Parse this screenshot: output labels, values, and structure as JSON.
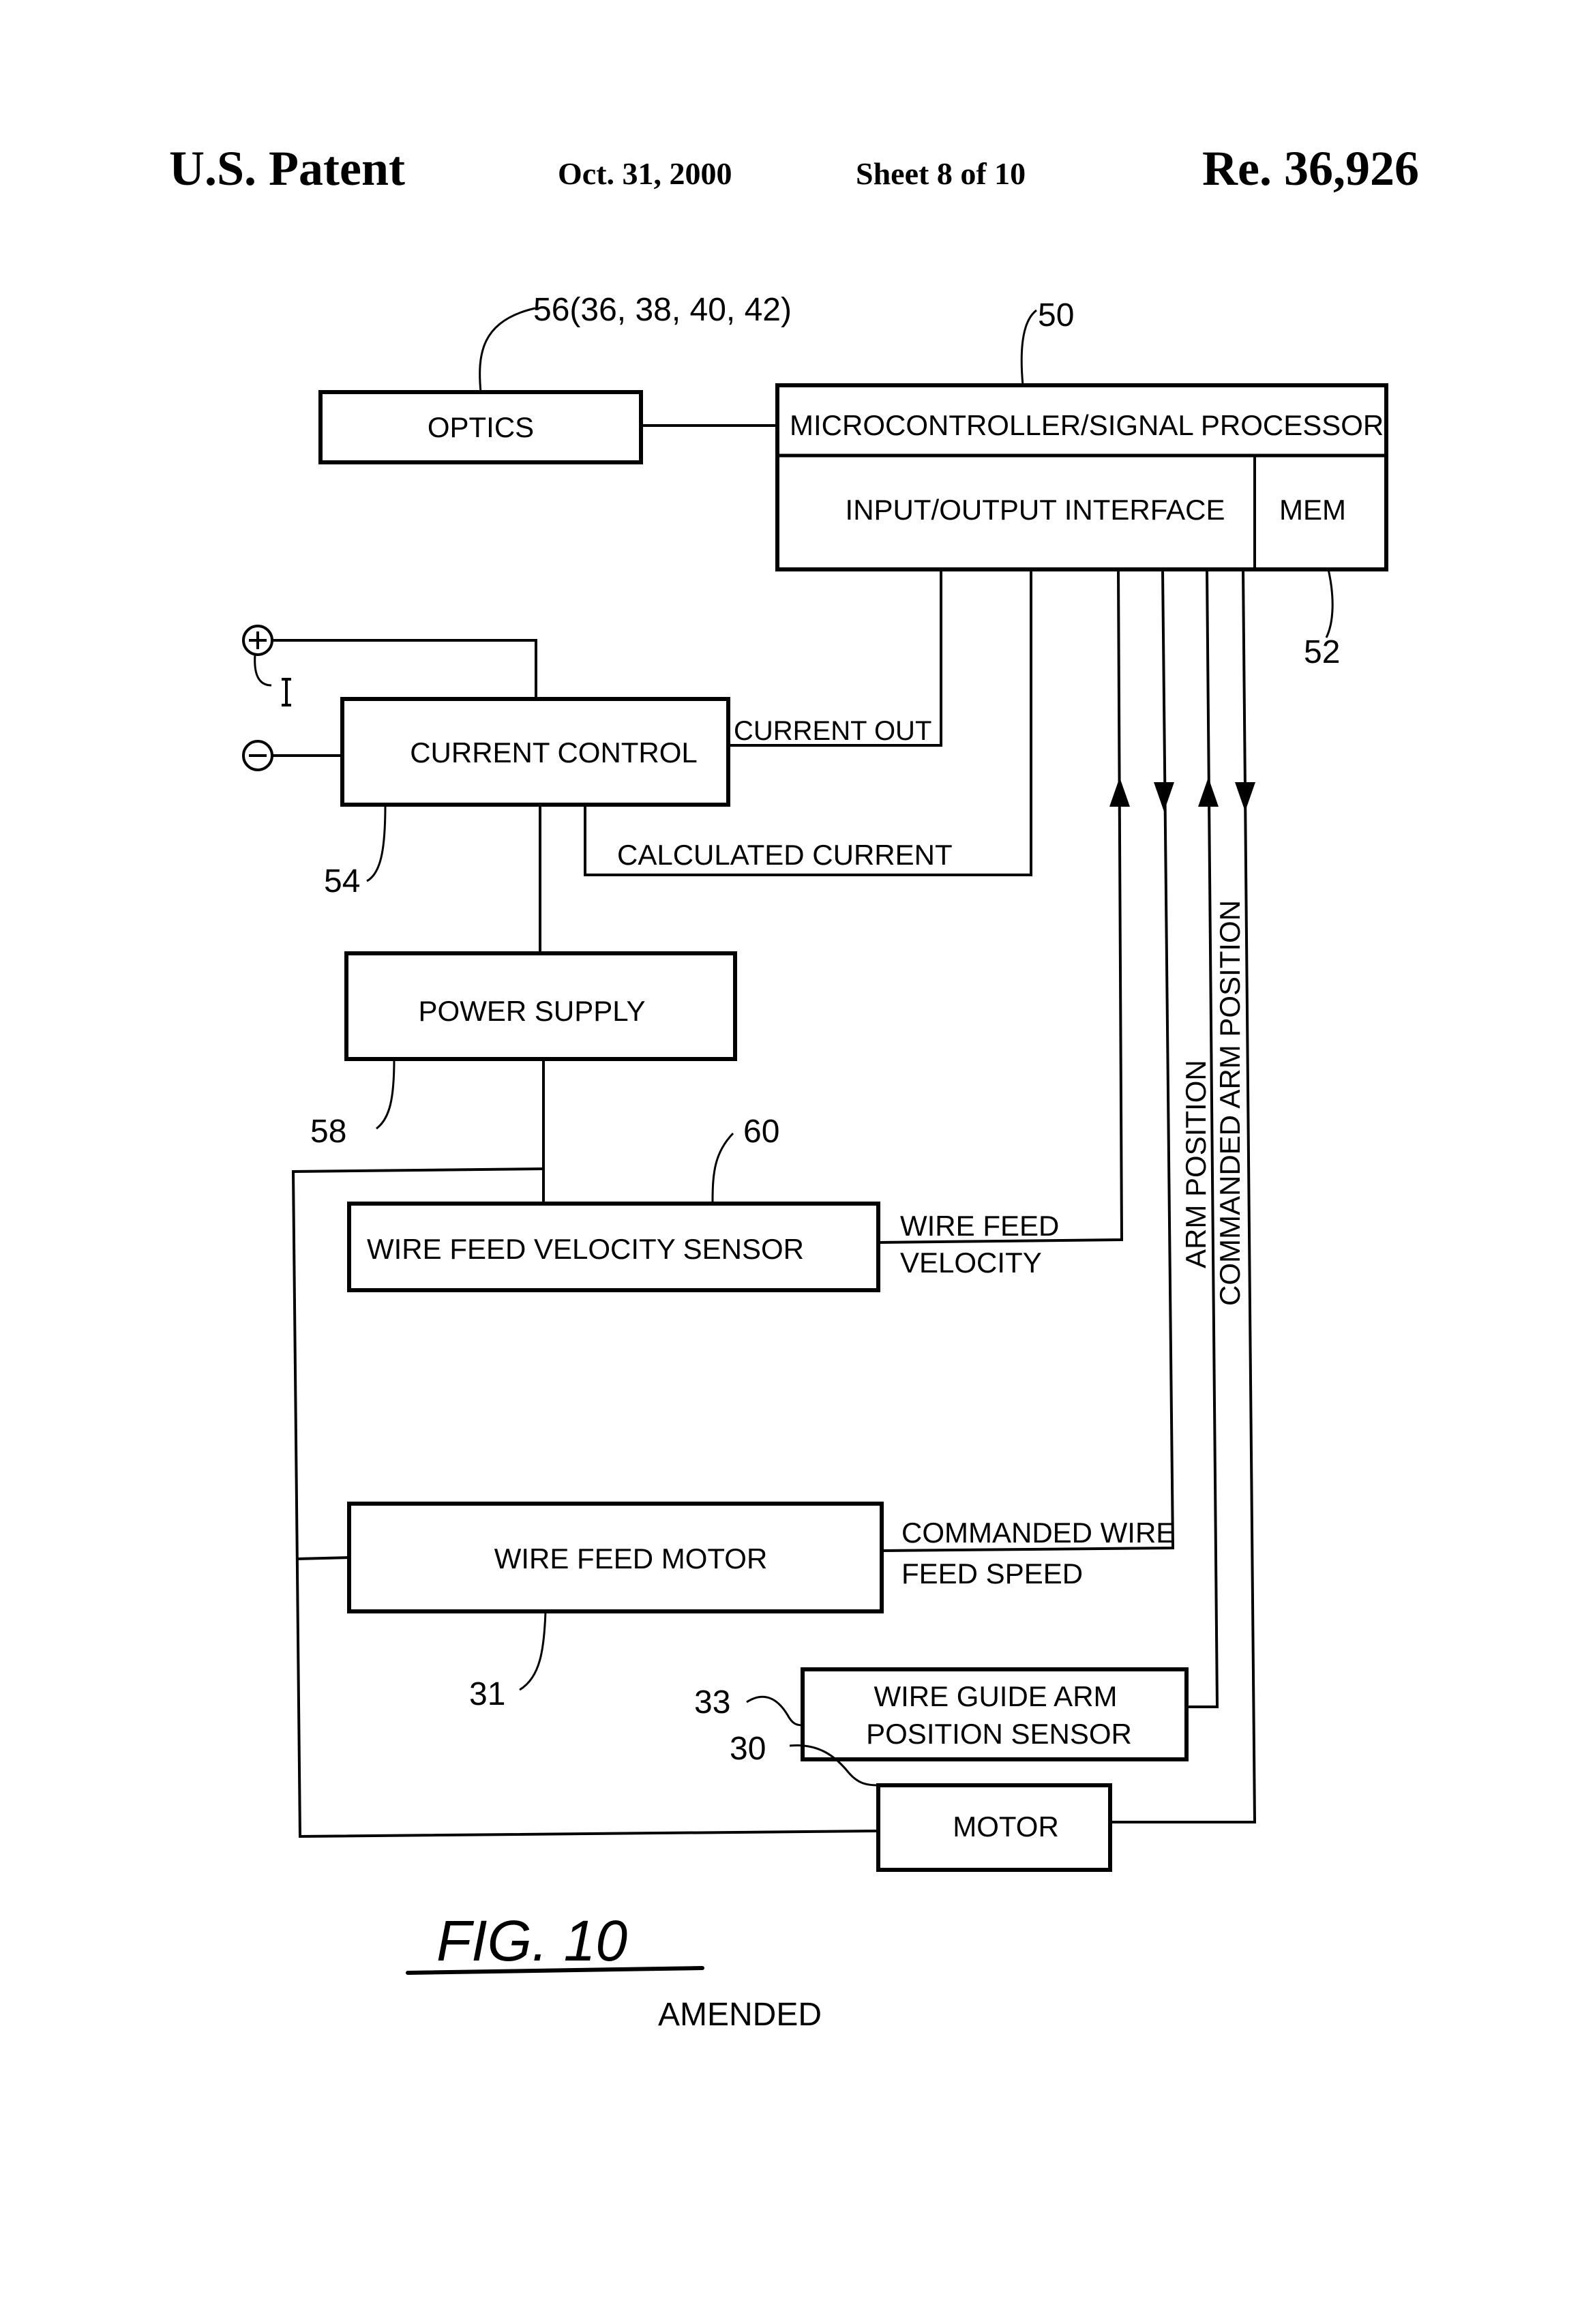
{
  "header": {
    "left": "U.S. Patent",
    "date": "Oct. 31, 2000",
    "sheet": "Sheet 8 of 10",
    "patent_number": "Re. 36,926"
  },
  "blocks": {
    "optics": "OPTICS",
    "microcontroller": "MICROCONTROLLER/SIGNAL PROCESSOR",
    "io_interface": "INPUT/OUTPUT INTERFACE",
    "memory": "MEM",
    "current_control": "CURRENT CONTROL",
    "power_supply": "POWER SUPPLY",
    "wire_feed_velocity_sensor": "WIRE FEED VELOCITY SENSOR",
    "wire_feed_motor": "WIRE FEED MOTOR",
    "wire_guide_arm_line1": "WIRE GUIDE ARM",
    "wire_guide_arm_line2": "POSITION SENSOR",
    "motor": "MOTOR"
  },
  "signals": {
    "current_out": "CURRENT OUT",
    "calculated_current": "CALCULATED CURRENT",
    "wire_feed_velocity_line1": "WIRE FEED",
    "wire_feed_velocity_line2": "VELOCITY",
    "commanded_wire_line1": "COMMANDED WIRE",
    "commanded_wire_line2": "FEED SPEED",
    "arm_position": "ARM POSITION",
    "commanded_arm_position": "COMMANDED ARM POSITION"
  },
  "terminals": {
    "plus": "+",
    "minus": "−",
    "current_symbol": "I"
  },
  "references": {
    "optics": "56(36, 38, 40, 42)",
    "microcontroller": "50",
    "memory": "52",
    "current_control": "54",
    "power_supply": "58",
    "velocity_sensor": "60",
    "wire_feed_motor": "31",
    "wire_guide_arm": "33",
    "motor": "30"
  },
  "figure": {
    "label": "FIG.   10",
    "status": "AMENDED"
  }
}
